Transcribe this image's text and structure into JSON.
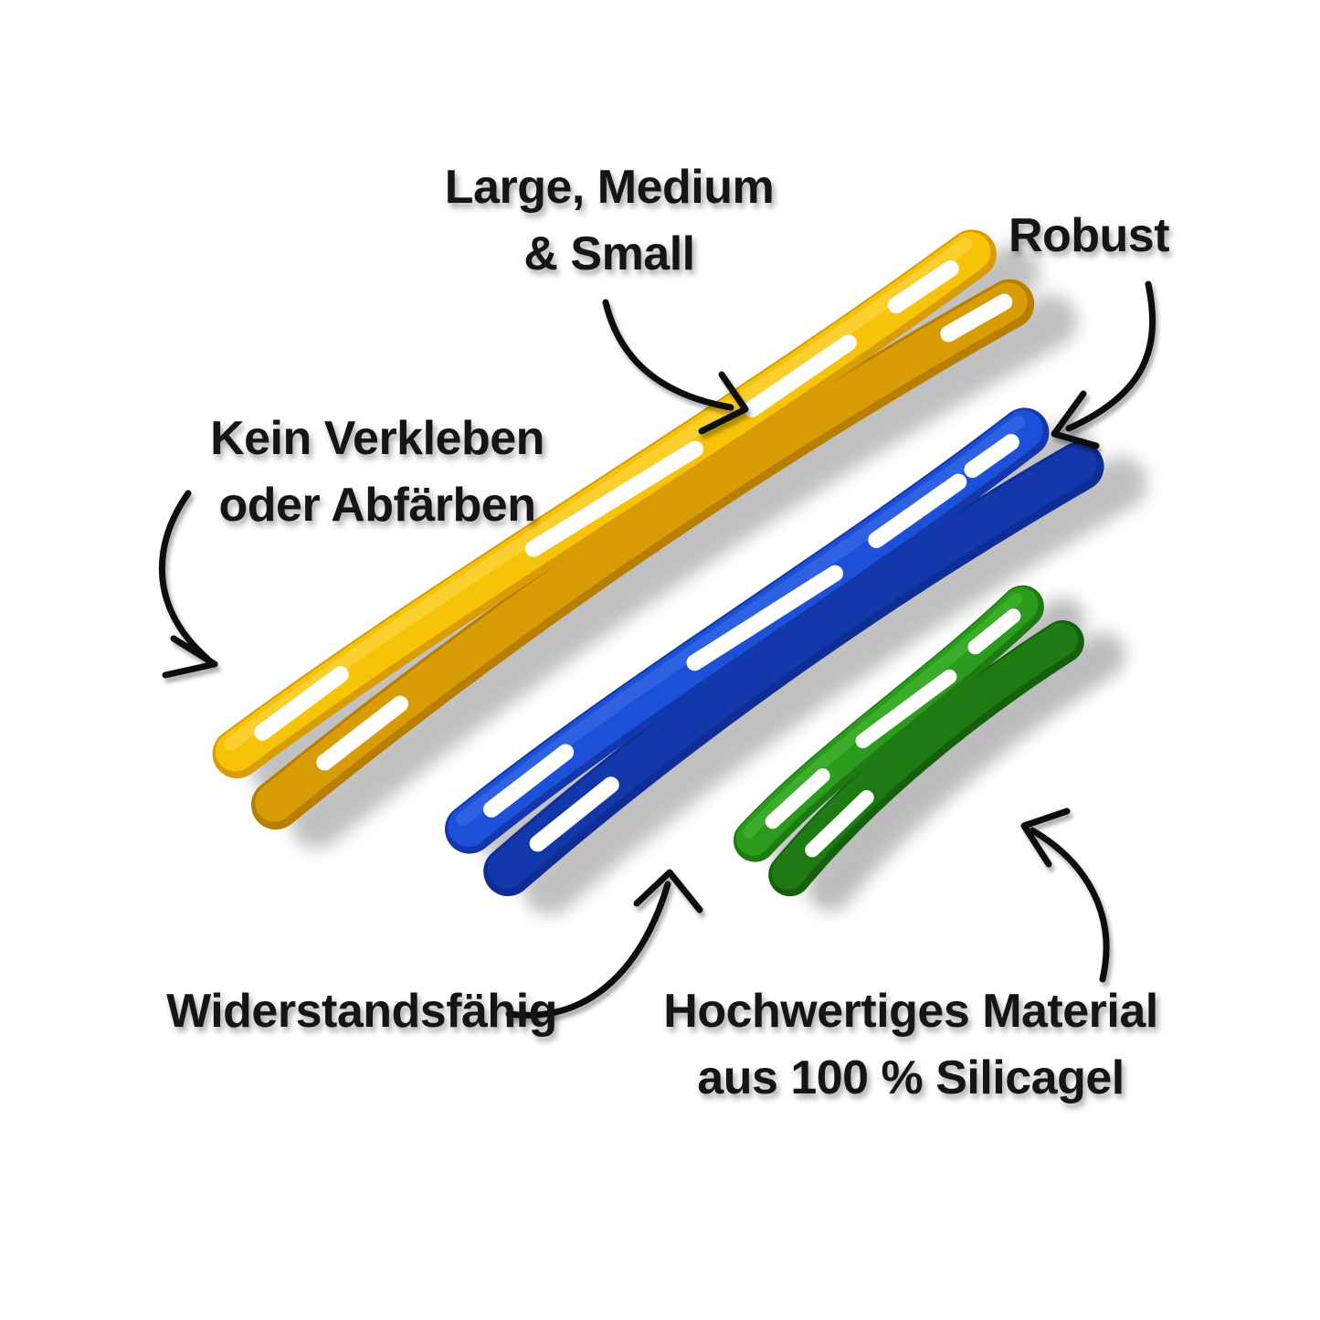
{
  "labels": {
    "sizes": {
      "line1": "Large, Medium",
      "line2": "& Small"
    },
    "robust": "Robust",
    "no_transfer": {
      "line1": "Kein Verkleben",
      "line2": "oder Abfärben"
    },
    "resistant": "Widerstandsfähig",
    "material": {
      "line1": "Hochwertiges Material",
      "line2": "aus 100 % Silicagel"
    }
  },
  "bands": [
    {
      "name": "large",
      "color_name": "yellow",
      "colors": {
        "deep": "#B87E00",
        "dark": "#D89C04",
        "main": "#F6C307",
        "light": "#FFDC55"
      }
    },
    {
      "name": "medium",
      "color_name": "blue",
      "colors": {
        "deep": "#0E2E96",
        "dark": "#1238AC",
        "main": "#1C50D8",
        "light": "#4478F2"
      }
    },
    {
      "name": "small",
      "color_name": "green",
      "colors": {
        "deep": "#15600C",
        "dark": "#1E7A12",
        "main": "#2B9B1D",
        "light": "#52C23F"
      }
    }
  ],
  "style": {
    "background": "#FFFFFF",
    "text_color": "#151515",
    "arrow_color": "#0D0D0D"
  }
}
